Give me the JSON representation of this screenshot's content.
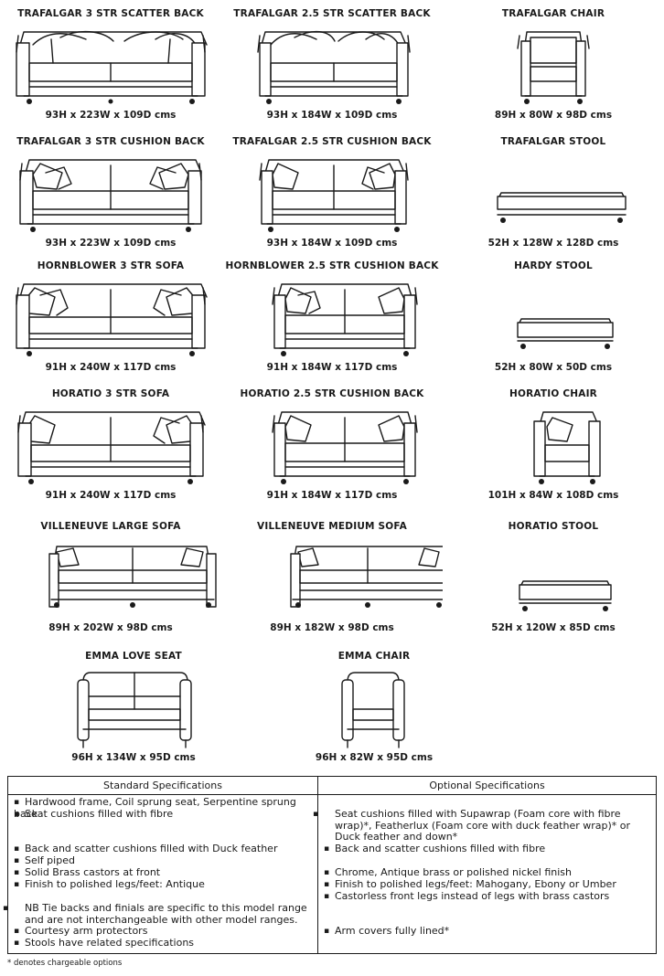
{
  "products": [
    {
      "name": "TRAFALGAR 3 STR SCATTER BACK",
      "dims": "93H x  223W x 109D cms",
      "icon": "sofa-3-seat-scatter-icon"
    },
    {
      "name": "TRAFALGAR 2.5 STR SCATTER BACK",
      "dims": "93H x 184W x 109D cms",
      "icon": "sofa-2-5-seat-scatter-icon"
    },
    {
      "name": "TRAFALGAR CHAIR",
      "dims": "89H x 80W x 98D cms",
      "icon": "armchair-icon"
    },
    {
      "name": "TRAFALGAR 3 STR CUSHION BACK",
      "dims": "93H x 223W x 109D cms",
      "icon": "sofa-3-seat-cushion-icon"
    },
    {
      "name": "TRAFALGAR 2.5 STR CUSHION BACK",
      "dims": "93H x 184W x 109D cms",
      "icon": "sofa-2-5-seat-cushion-icon"
    },
    {
      "name": "TRAFALGAR STOOL",
      "dims": "52H x 128W x 128D cms",
      "icon": "stool-icon"
    },
    {
      "name": "HORNBLOWER 3 STR SOFA",
      "dims": "91H x  240W x 117D cms",
      "icon": "sofa-3-seat-icon"
    },
    {
      "name": "HORNBLOWER 2.5 STR CUSHION BACK",
      "dims": "91H x 184W x 117D cms",
      "icon": "sofa-2-5-seat-cushion-icon"
    },
    {
      "name": "HARDY STOOL",
      "dims": "52H x 80W x 50D cms",
      "icon": "stool-icon"
    },
    {
      "name": "HORATIO 3 STR SOFA",
      "dims": "91H x 240W x 117D cms",
      "icon": "sofa-3-seat-icon"
    },
    {
      "name": "HORATIO 2.5 STR CUSHION BACK",
      "dims": "91H x 184W x 117D cms",
      "icon": "sofa-2-5-seat-cushion-icon"
    },
    {
      "name": "HORATIO CHAIR",
      "dims": "101H x 84W x 108D cms",
      "icon": "armchair-icon"
    },
    {
      "name": "VILLENEUVE LARGE SOFA",
      "dims": "89H x 202W x 98D cms",
      "icon": "sofa-large-icon"
    },
    {
      "name": "VILLENEUVE MEDIUM SOFA",
      "dims": "89H x 182W x 98D cms",
      "icon": "sofa-medium-icon"
    },
    {
      "name": "HORATIO STOOL",
      "dims": "52H x 120W x 85D cms",
      "icon": "stool-icon"
    },
    {
      "name": "EMMA LOVE SEAT",
      "dims": "96H x 134W x 95D cms",
      "icon": "love-seat-icon"
    },
    {
      "name": "EMMA CHAIR",
      "dims": "96H x 82W x 95D cms",
      "icon": "armchair-icon"
    }
  ],
  "specifications": {
    "standard_header": "Standard Specifications",
    "optional_header": "Optional Specifications",
    "standard": [
      "Hardwood frame, Coil sprung seat, Serpentine sprung back",
      "Seat cushions filled with fibre",
      "Back and scatter cushions filled with Duck feather",
      "Self piped",
      "Solid Brass castors at front",
      "Finish to polished legs/feet: Antique",
      "NB Tie backs and finials are specific to this model range and are not interchangeable with other model ranges.",
      "Courtesy arm protectors",
      "Stools have related specifications"
    ],
    "optional": [
      "Seat cushions filled with Supawrap (Foam core with fibre wrap)*, Featherlux (Foam core with duck feather wrap)* or Duck feather and down*",
      "Back and scatter cushions filled with fibre",
      "Chrome, Antique brass or polished nickel finish",
      "Finish to polished legs/feet: Mahogany, Ebony or Umber",
      "Castorless front legs instead of legs with brass castors",
      "Arm covers fully lined*"
    ]
  },
  "footnote": "* denotes chargeable options"
}
